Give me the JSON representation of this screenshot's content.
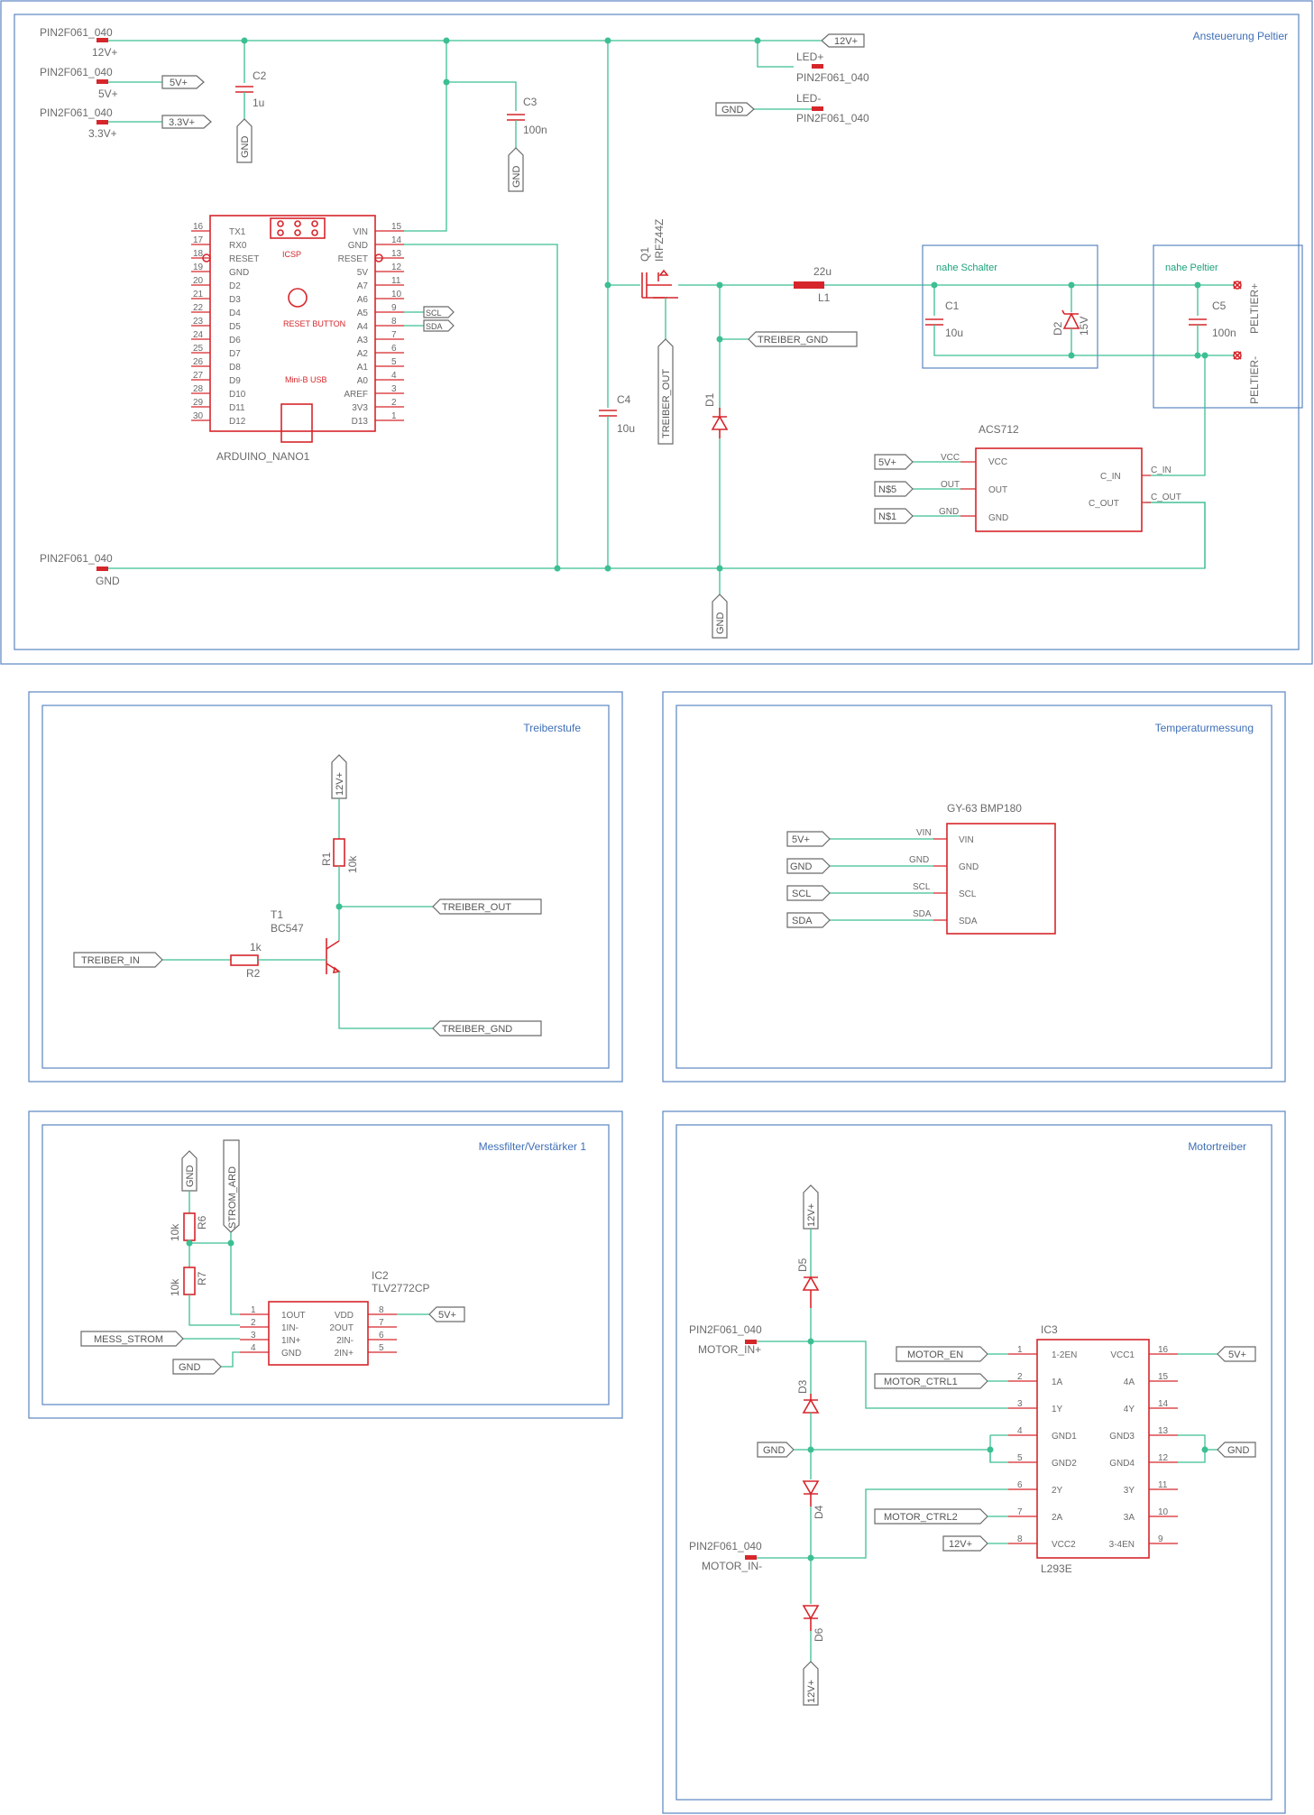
{
  "frames": {
    "ansteuerung": "Ansteuerung Peltier",
    "treiber": "Treiberstufe",
    "temperatur": "Temperaturmessung",
    "messfilter": "Messfilter/Verstärker 1",
    "motor": "Motortreiber",
    "nahe_schalter": "nahe Schalter",
    "nahe_peltier": "nahe Peltier"
  },
  "connectors": {
    "pin_name": "PIN2F061_040",
    "v12": "12V+",
    "v5": "5V+",
    "v33": "3.3V+",
    "gnd": "GND",
    "led_p": "LED+",
    "led_m": "LED-",
    "motor_in_p": "MOTOR_IN+",
    "motor_in_m": "MOTOR_IN-",
    "peltier_p": "PELTIER+",
    "peltier_m": "PELTIER-"
  },
  "nets": {
    "gnd": "GND",
    "v12": "12V+",
    "v5": "5V+",
    "v33": "3.3V+",
    "scl": "SCL",
    "sda": "SDA",
    "treiber_gnd": "TREIBER_GND",
    "treiber_out": "TREIBER_OUT",
    "treiber_in": "TREIBER_IN",
    "strom_ard": "STROM_ARD",
    "mess_strom": "MESS_STROM",
    "n5": "N$5",
    "n1": "N$1",
    "motor_en": "MOTOR_EN",
    "motor_ctrl1": "MOTOR_CTRL1",
    "motor_ctrl2": "MOTOR_CTRL2"
  },
  "parts": {
    "c2": "C2",
    "c2v": "1u",
    "c3": "C3",
    "c3v": "100n",
    "c4": "C4",
    "c4v": "10u",
    "c1": "C1",
    "c1v": "10u",
    "c5": "C5",
    "c5v": "100n",
    "q1": "Q1",
    "q1v": "IRFZ44Z",
    "l1": "L1",
    "l1v": "22u",
    "d1": "D1",
    "d2": "D2",
    "d2v": "15V",
    "acs": "ACS712",
    "arduino": "ARDUINO_NANO1",
    "t1": "T1",
    "t1v": "BC547",
    "r1": "R1",
    "r1v": "10k",
    "r2": "R2",
    "r2v": "1k",
    "bmp": "GY-63 BMP180",
    "ic2": "IC2",
    "ic2v": "TLV2772CP",
    "r6": "R6",
    "r6v": "10k",
    "r7": "R7",
    "r7v": "10k",
    "ic3": "IC3",
    "ic3v": "L293E",
    "d3": "D3",
    "d4": "D4",
    "d5": "D5",
    "d6": "D6"
  },
  "arduino": {
    "icsp": "ICSP",
    "reset_button": "RESET BUTTON",
    "usb": "Mini-B USB",
    "left_pins": [
      {
        "num": "16",
        "name": "TX1"
      },
      {
        "num": "17",
        "name": "RX0"
      },
      {
        "num": "18",
        "name": "RESET"
      },
      {
        "num": "19",
        "name": "GND"
      },
      {
        "num": "20",
        "name": "D2"
      },
      {
        "num": "21",
        "name": "D3"
      },
      {
        "num": "22",
        "name": "D4"
      },
      {
        "num": "23",
        "name": "D5"
      },
      {
        "num": "24",
        "name": "D6"
      },
      {
        "num": "25",
        "name": "D7"
      },
      {
        "num": "26",
        "name": "D8"
      },
      {
        "num": "27",
        "name": "D9"
      },
      {
        "num": "28",
        "name": "D10"
      },
      {
        "num": "29",
        "name": "D11"
      },
      {
        "num": "30",
        "name": "D12"
      }
    ],
    "right_pins": [
      {
        "num": "15",
        "name": "VIN"
      },
      {
        "num": "14",
        "name": "GND"
      },
      {
        "num": "13",
        "name": "RESET"
      },
      {
        "num": "12",
        "name": "5V"
      },
      {
        "num": "11",
        "name": "A7"
      },
      {
        "num": "10",
        "name": "A6"
      },
      {
        "num": "9",
        "name": "A5"
      },
      {
        "num": "8",
        "name": "A4"
      },
      {
        "num": "7",
        "name": "A3"
      },
      {
        "num": "6",
        "name": "A2"
      },
      {
        "num": "5",
        "name": "A1"
      },
      {
        "num": "4",
        "name": "A0"
      },
      {
        "num": "3",
        "name": "AREF"
      },
      {
        "num": "2",
        "name": "3V3"
      },
      {
        "num": "1",
        "name": "D13"
      }
    ]
  },
  "acs_pins": {
    "vcc": "VCC",
    "out": "OUT",
    "gnd": "GND",
    "c_in": "C_IN",
    "c_out": "C_OUT"
  },
  "bmp_pins": {
    "vin": "VIN",
    "gnd": "GND",
    "scl": "SCL",
    "sda": "SDA"
  },
  "ic2_pins": {
    "left": [
      {
        "num": "1",
        "name": "1OUT"
      },
      {
        "num": "2",
        "name": "1IN-"
      },
      {
        "num": "3",
        "name": "1IN+"
      },
      {
        "num": "4",
        "name": "GND"
      }
    ],
    "right": [
      {
        "num": "8",
        "name": "VDD"
      },
      {
        "num": "7",
        "name": "2OUT"
      },
      {
        "num": "6",
        "name": "2IN-"
      },
      {
        "num": "5",
        "name": "2IN+"
      }
    ]
  },
  "ic3_pins": {
    "left": [
      {
        "num": "1",
        "name": "1-2EN"
      },
      {
        "num": "2",
        "name": "1A"
      },
      {
        "num": "3",
        "name": "1Y"
      },
      {
        "num": "4",
        "name": "GND1"
      },
      {
        "num": "5",
        "name": "GND2"
      },
      {
        "num": "6",
        "name": "2Y"
      },
      {
        "num": "7",
        "name": "2A"
      },
      {
        "num": "8",
        "name": "VCC2"
      }
    ],
    "right": [
      {
        "num": "16",
        "name": "VCC1"
      },
      {
        "num": "15",
        "name": "4A"
      },
      {
        "num": "14",
        "name": "4Y"
      },
      {
        "num": "13",
        "name": "GND3"
      },
      {
        "num": "12",
        "name": "GND4"
      },
      {
        "num": "11",
        "name": "3Y"
      },
      {
        "num": "10",
        "name": "3A"
      },
      {
        "num": "9",
        "name": "3-4EN"
      }
    ]
  }
}
